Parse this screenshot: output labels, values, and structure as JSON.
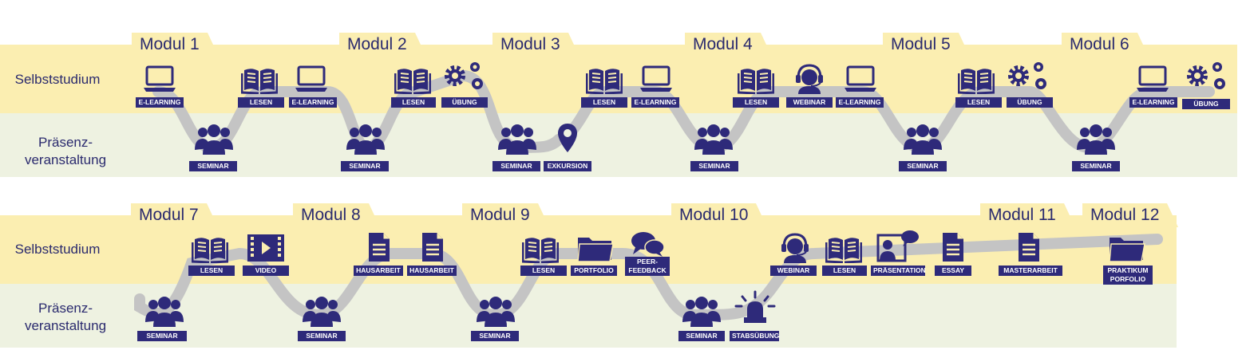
{
  "rows": {
    "self": "Selbststudium",
    "pres": "Präsenz-\nveranstaltung"
  },
  "modules": [
    "Modul 1",
    "Modul 2",
    "Modul 3",
    "Modul 4",
    "Modul 5",
    "Modul 6",
    "Modul 7",
    "Modul 8",
    "Modul 9",
    "Modul 10",
    "Modul 11",
    "Modul 12"
  ],
  "labels": {
    "elearning": "E-LEARNING",
    "lesen": "LESEN",
    "uebung": "ÜBUNG",
    "seminar": "SEMINAR",
    "exkursion": "EXKURSION",
    "webinar": "WEBINAR",
    "video": "VIDEO",
    "hausarbeit": "HAUSARBEIT",
    "portfolio": "PORTFOLIO",
    "peer": "PEER-\nFEEDBACK",
    "praesentation": "PRÄSENTATION",
    "essay": "ESSAY",
    "masterarbeit": "MASTERARBEIT",
    "praktikum": "PRAKTIKUM\nPORFOLIO",
    "stabsuebung": "STABSÜBUNG"
  },
  "colors": {
    "ink": "#2e2a7a",
    "path": "#c4c4c4",
    "self": "#fbeeb1",
    "pres": "#eef2e1"
  }
}
